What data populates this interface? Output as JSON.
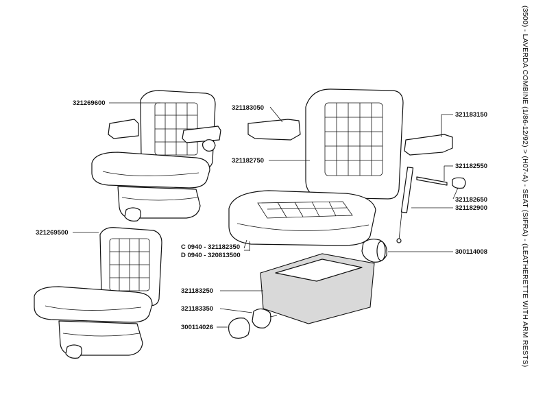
{
  "title": "(3500) - LAVERDA COMBINE (1/86-12/92) > (H07-A) - SEAT (SIFRA) - (LEATHERETTE WITH ARM RESTS)",
  "parts": {
    "p321269600": "321269600",
    "p321269500": "321269500",
    "p321183050": "321183050",
    "p321182750": "321182750",
    "p321182350": "C 0940 - 321182350",
    "p320813500": "D 0940 - 320813500",
    "p321183250": "321183250",
    "p321183350": "321183350",
    "p300114026": "300114026",
    "p321183150": "321183150",
    "p321182550": "321182550",
    "p321182650": "321182650",
    "p321182900": "321182900",
    "p300114008": "300114008"
  }
}
